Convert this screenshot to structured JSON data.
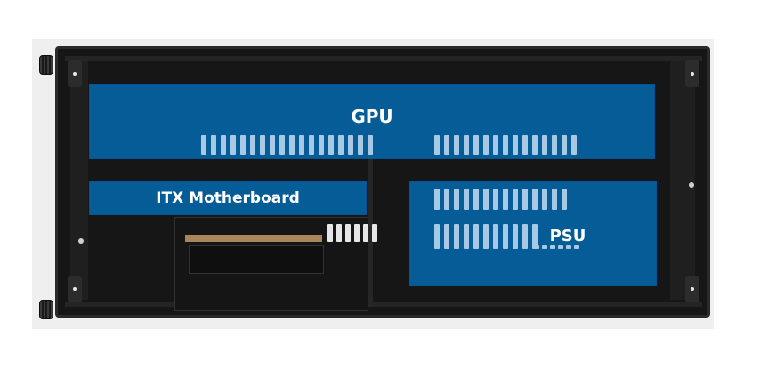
{
  "labels": {
    "gpu": "GPU",
    "motherboard": "ITX Motherboard",
    "psu": "PSU"
  },
  "colors": {
    "overlay": "#0076c4",
    "case": "#161616",
    "label": "#ffffff"
  }
}
